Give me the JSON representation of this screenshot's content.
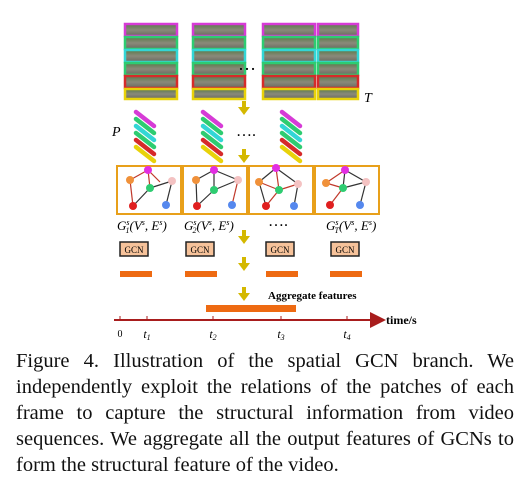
{
  "figure": {
    "frame_ellipsis": "…",
    "patch_ellipsis": "….",
    "graph_ellipsis": "….",
    "label_T": "T",
    "label_P": "P",
    "graph_labels": [
      {
        "base": "G",
        "sub": "1",
        "sup": "s",
        "args": "(V",
        "args_sup": "s",
        "args_mid": ", E",
        "args_sup2": "s",
        "args_end": ")"
      },
      {
        "base": "G",
        "sub": "2",
        "sup": "s",
        "args": "(V",
        "args_sup": "s",
        "args_mid": ", E",
        "args_sup2": "s",
        "args_end": ")"
      },
      {
        "base": "G",
        "sub": "T",
        "sup": "s",
        "args": "(V",
        "args_sup": "s",
        "args_mid": ", E",
        "args_sup2": "s",
        "args_end": ")"
      }
    ],
    "gcn_label": "GCN",
    "aggregate_label": "Aggregate features",
    "axis_label": "time/s",
    "axis_zero": "0",
    "time_ticks": [
      {
        "t": "t",
        "i": "1"
      },
      {
        "t": "t",
        "i": "2"
      },
      {
        "t": "t",
        "i": "3"
      },
      {
        "t": "t",
        "i": "4"
      }
    ],
    "colors": {
      "stripe_magenta": "#d63bd6",
      "stripe_green": "#2ecc71",
      "stripe_cyan": "#33d6d6",
      "stripe_red": "#d62a2a",
      "stripe_yellow": "#e8d20a",
      "graph_border": "#e8a01a",
      "gcn_fill": "#f6c29a",
      "feature_bar": "#ee6a12",
      "arrow": "#d4b800",
      "axis": "#a81d1d"
    }
  },
  "caption": {
    "text": "Figure 4. Illustration of the spatial GCN branch. We independently exploit the relations of the patches of each frame to capture the structural information from video sequences. We aggregate all the output features of GCNs to form the structural feature of the video."
  }
}
